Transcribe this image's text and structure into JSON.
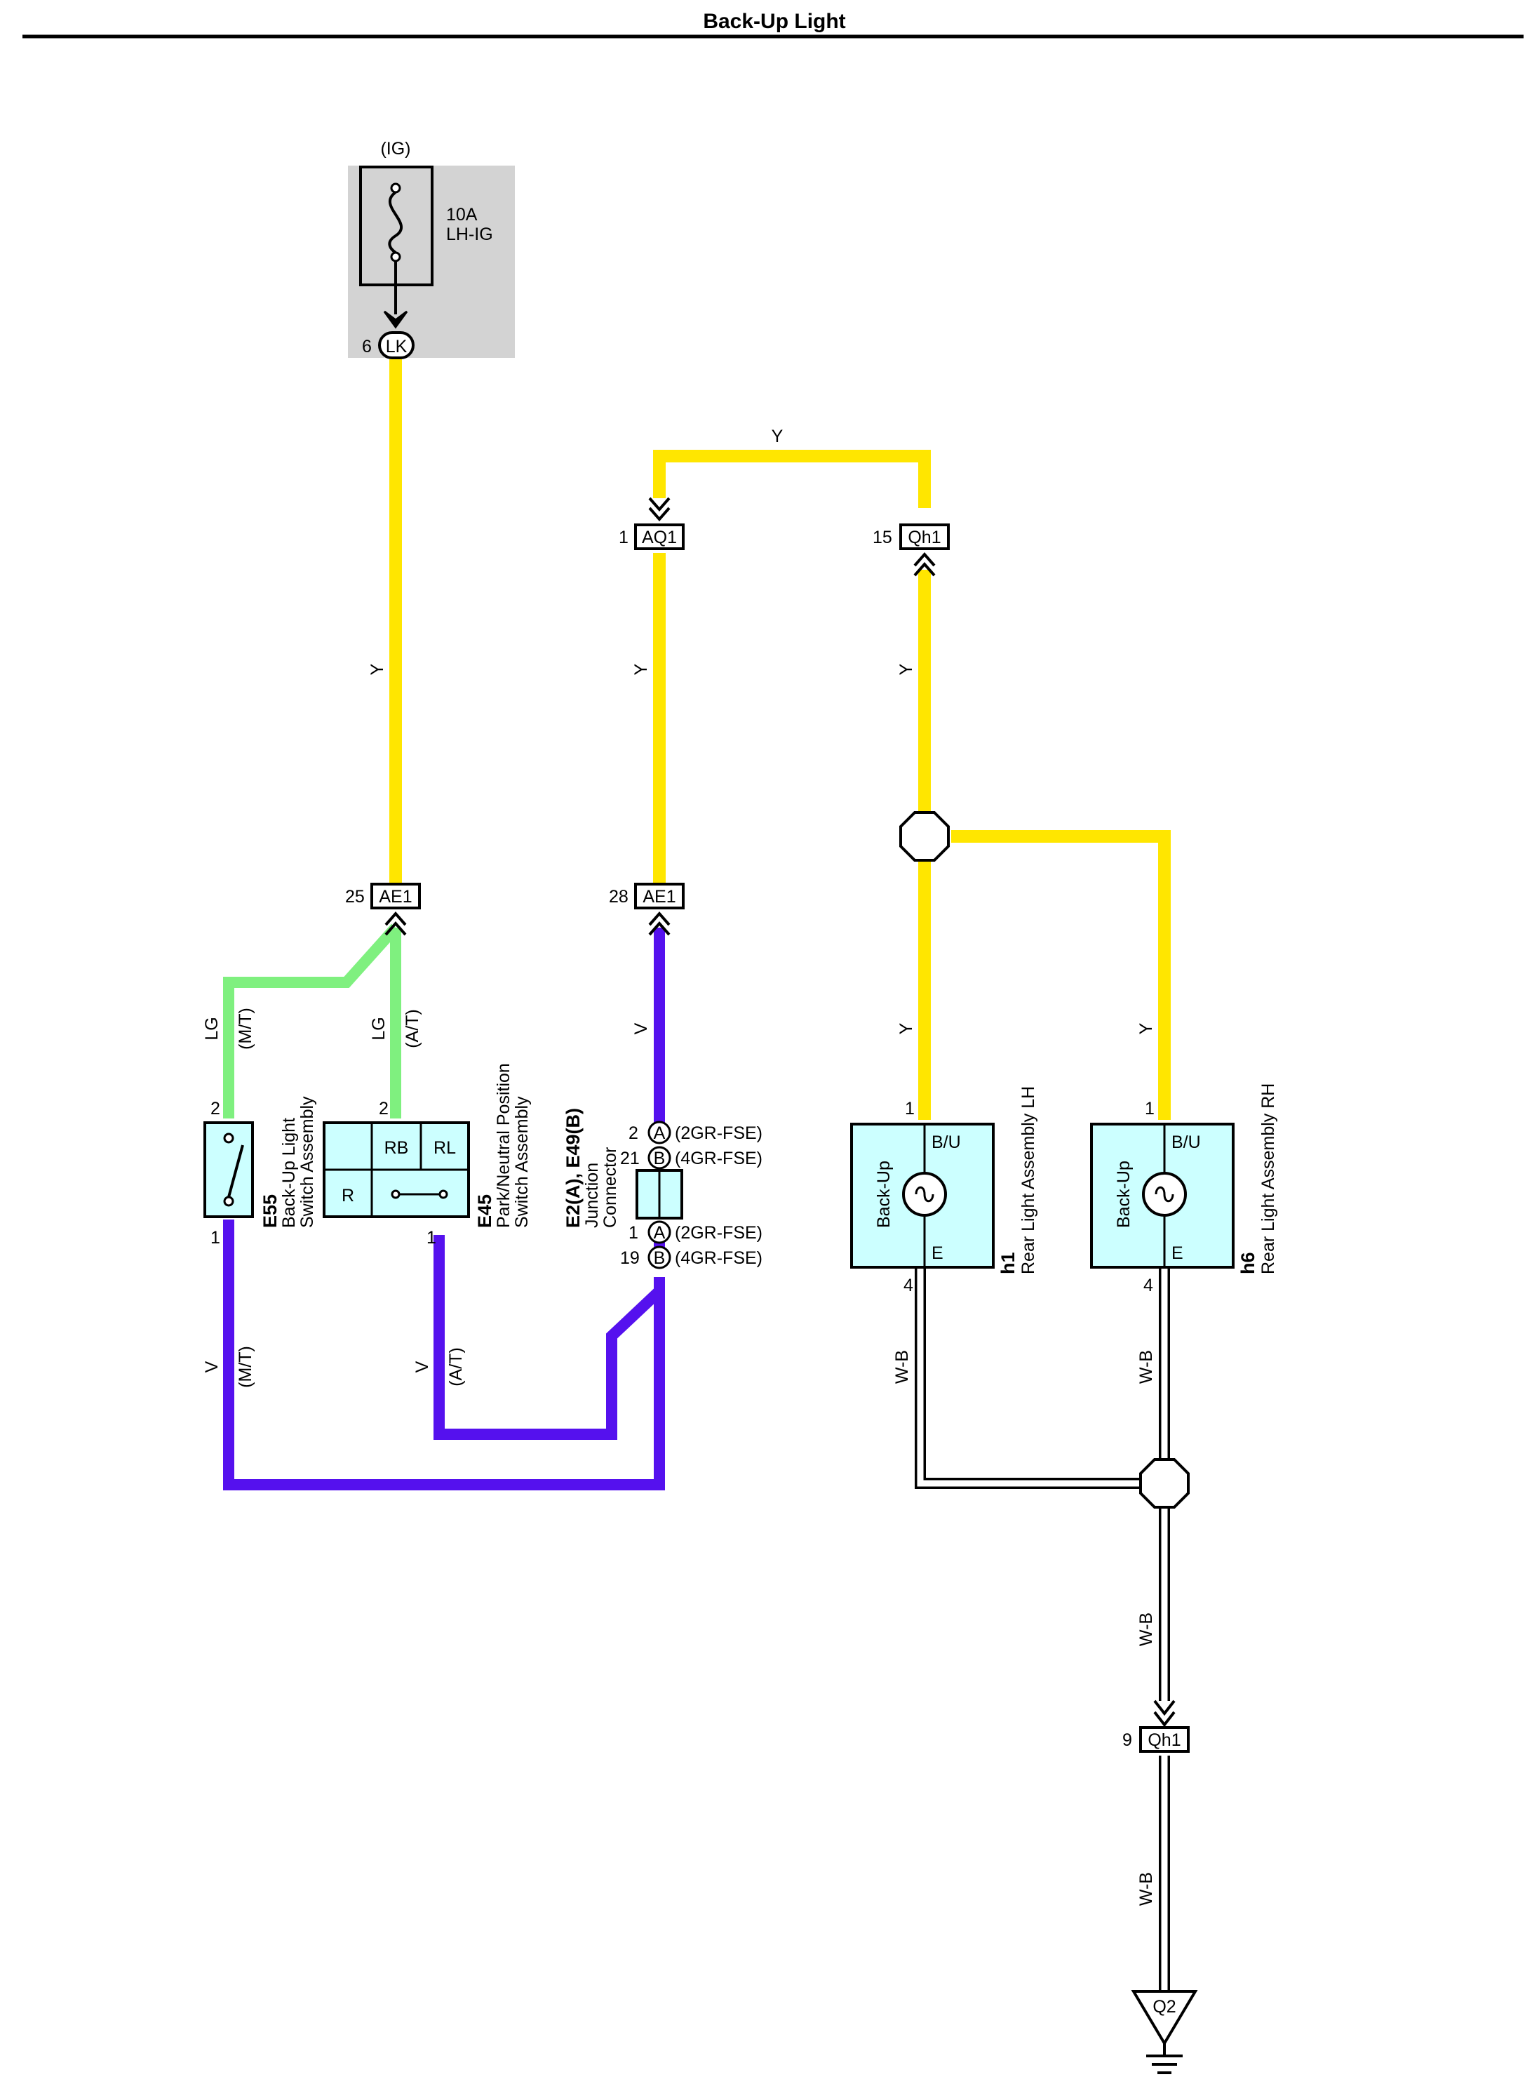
{
  "title": "Back-Up Light",
  "colors": {
    "yellow": "#ffe600",
    "green": "#7ff07f",
    "violet": "#5511ee",
    "component_fill": "#ccffff",
    "fuse_box": "#d3d3d3",
    "white_black": "#ffffff"
  },
  "fuse": {
    "supply": "(IG)",
    "rating": "10A",
    "name": "LH-IG",
    "pin": "6",
    "connector": "LK"
  },
  "connectors": {
    "aq1": {
      "pin": "1",
      "label": "AQ1"
    },
    "qh1_top": {
      "pin": "15",
      "label": "Qh1"
    },
    "ae1_left": {
      "pin": "25",
      "label": "AE1"
    },
    "ae1_mid": {
      "pin": "28",
      "label": "AE1"
    },
    "qh1_bottom": {
      "pin": "9",
      "label": "Qh1"
    }
  },
  "wire_colors": {
    "y": "Y",
    "lg": "LG",
    "v": "V",
    "wb": "W-B"
  },
  "variants": {
    "mt": "(M/T)",
    "at": "(A/T)"
  },
  "components": {
    "e55": {
      "code": "E55",
      "name_line1": "Back-Up Light",
      "name_line2": "Switch Assembly",
      "pin_top": "2",
      "pin_bottom": "1"
    },
    "e45": {
      "code": "E45",
      "name_line1": "Park/Neutral Position",
      "name_line2": "Switch Assembly",
      "pin_top": "2",
      "pin_bottom": "1",
      "cell_rb": "RB",
      "cell_rl": "RL",
      "cell_r": "R"
    },
    "junction": {
      "code": "E2(A), E49(B)",
      "name_line1": "Junction",
      "name_line2": "Connector",
      "rows": [
        {
          "pin": "2",
          "letter": "A",
          "variant": "(2GR-FSE)"
        },
        {
          "pin": "21",
          "letter": "B",
          "variant": "(4GR-FSE)"
        },
        {
          "pin": "1",
          "letter": "A",
          "variant": "(2GR-FSE)"
        },
        {
          "pin": "19",
          "letter": "B",
          "variant": "(4GR-FSE)"
        }
      ]
    },
    "h1": {
      "code": "h1",
      "name": "Rear Light Assembly LH",
      "lamp": "Back-Up",
      "term_top": "B/U",
      "term_bottom": "E",
      "pin_top": "1",
      "pin_bottom": "4"
    },
    "h6": {
      "code": "h6",
      "name": "Rear Light Assembly RH",
      "lamp": "Back-Up",
      "term_top": "B/U",
      "term_bottom": "E",
      "pin_top": "1",
      "pin_bottom": "4"
    }
  },
  "ground": {
    "label": "Q2"
  }
}
